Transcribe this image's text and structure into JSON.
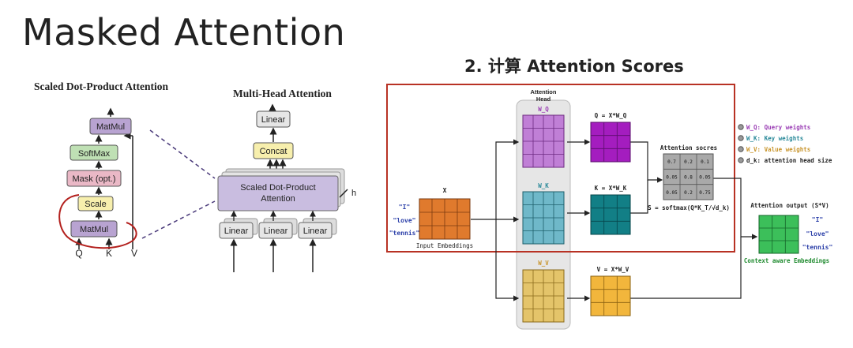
{
  "slide": {
    "title": "Masked Attention",
    "step_title": "2. 计算 Attention Scores"
  },
  "sdpa": {
    "title": "Scaled Dot-Product Attention",
    "blocks": {
      "matmul_top": "MatMul",
      "softmax": "SoftMax",
      "mask": "Mask (opt.)",
      "scale": "Scale",
      "matmul_bottom": "MatMul"
    },
    "inputs": [
      "Q",
      "K",
      "V"
    ]
  },
  "mha": {
    "title": "Multi-Head Attention",
    "linear_top": "Linear",
    "concat": "Concat",
    "sdpa_line1": "Scaled Dot-Product",
    "sdpa_line2": "Attention",
    "h_label": "h",
    "linear_inputs": [
      "Linear",
      "Linear",
      "Linear"
    ]
  },
  "flow": {
    "head_line1": "Attention",
    "head_line2": "Head",
    "x_label": "X",
    "tokens": [
      "\"I\"",
      "\"love\"",
      "\"tennis\""
    ],
    "input_caption": "Input Embeddings",
    "wq": "W_Q",
    "wk": "W_K",
    "wv": "W_V",
    "q_eq": "Q = X*W_Q",
    "k_eq": "K = X*W_K",
    "v_eq": "V = X*W_V",
    "scores_title": "Attention socres",
    "scores": [
      [
        "0.7",
        "0.2",
        "0.1"
      ],
      [
        "0.05",
        "0.8",
        "0.05"
      ],
      [
        "0.05",
        "0.2",
        "0.75"
      ]
    ],
    "softmax_eq": "S = softmax(Q*K_T/√d_k)",
    "output_title": "Attention output (S*V)",
    "output_tokens": [
      "\"I\"",
      "\"love\"",
      "\"tennis\""
    ],
    "output_caption": "Context aware Embeddings"
  },
  "legend": [
    {
      "text": "W_Q: Query weights",
      "color": "#9b3fb5"
    },
    {
      "text": "W_K: Key weights",
      "color": "#2b8a9a"
    },
    {
      "text": "W_V: Value weights",
      "color": "#c9962e"
    },
    {
      "text": "d_k: attention head size",
      "color": "#222222"
    }
  ],
  "colors": {
    "wq": "#c07fd6",
    "q": "#a41dbf",
    "wk": "#6fb8c9",
    "k": "#127f86",
    "wv": "#e4c46a",
    "v": "#f2b63c",
    "x": "#e07a2d",
    "out": "#3cbf5a",
    "highlight": "#b83224",
    "token": "#2a3ea8",
    "caption_green": "#1e8a2e"
  }
}
